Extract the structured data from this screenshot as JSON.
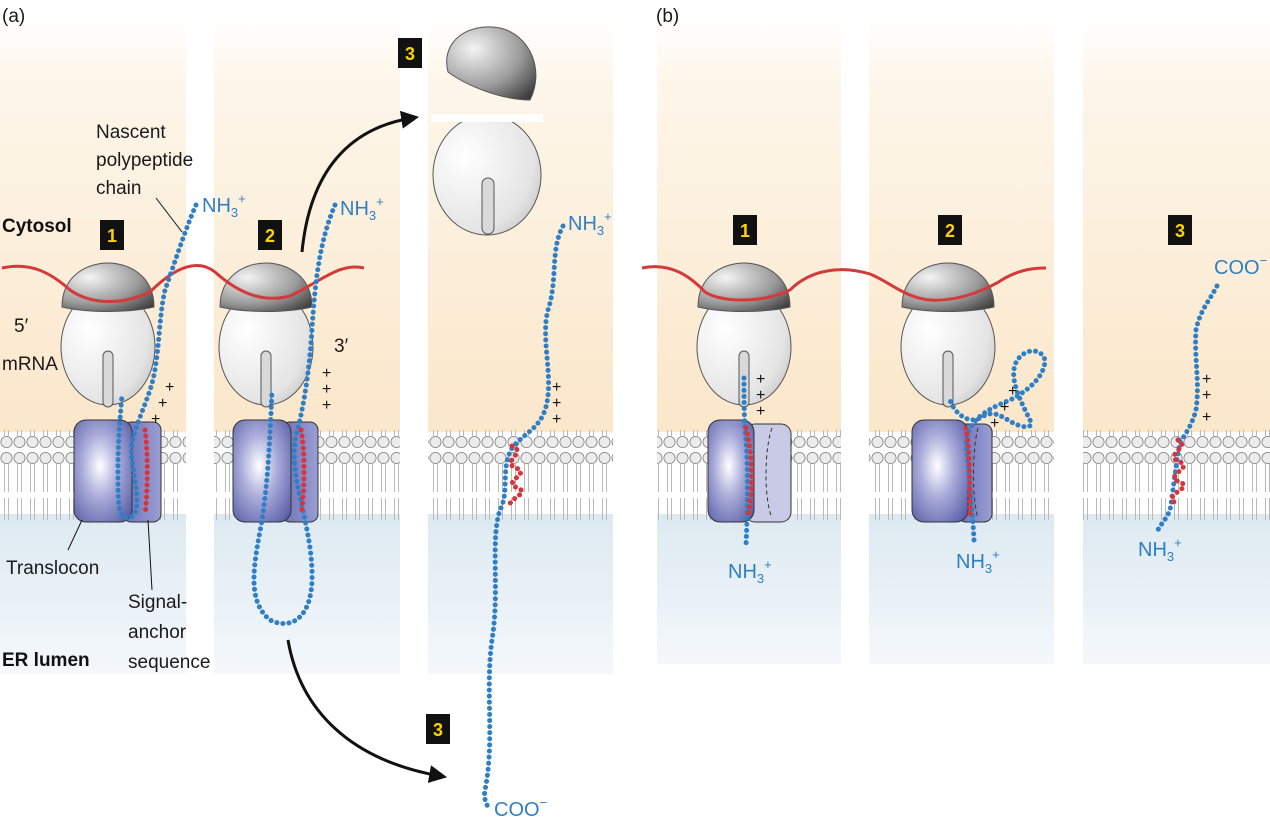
{
  "panels": {
    "a": "(a)",
    "b": "(b)"
  },
  "regions": {
    "cytosol": "Cytosol",
    "er_lumen": "ER lumen"
  },
  "labels": {
    "nascent": [
      "Nascent",
      "polypeptide",
      "chain"
    ],
    "five_prime": "5′",
    "mrna": "mRNA",
    "three_prime": "3′",
    "translocon": "Translocon",
    "signal_anchor": [
      "Signal-",
      "anchor",
      "sequence"
    ]
  },
  "termini": {
    "amino_main": "NH",
    "amino_sub": "3",
    "amino_sup": "+",
    "carboxyl_main": "COO",
    "carboxyl_sup": "−"
  },
  "charge_symbol": "+",
  "steps": {
    "one": "1",
    "two": "2",
    "three": "3"
  },
  "colors": {
    "cytosol_top": "#ffffff",
    "cytosol_bottom": "#fbe8cc",
    "lumen_top": "#e9f0f5",
    "lumen_bottom": "#cfe1ed",
    "mrna": "#d43a3a",
    "polypeptide": "#2f7fc7",
    "signal_anchor": "#d8343b",
    "translocon": "#5a5fa8",
    "step_box": "#111111",
    "step_text": "#ffd200"
  }
}
